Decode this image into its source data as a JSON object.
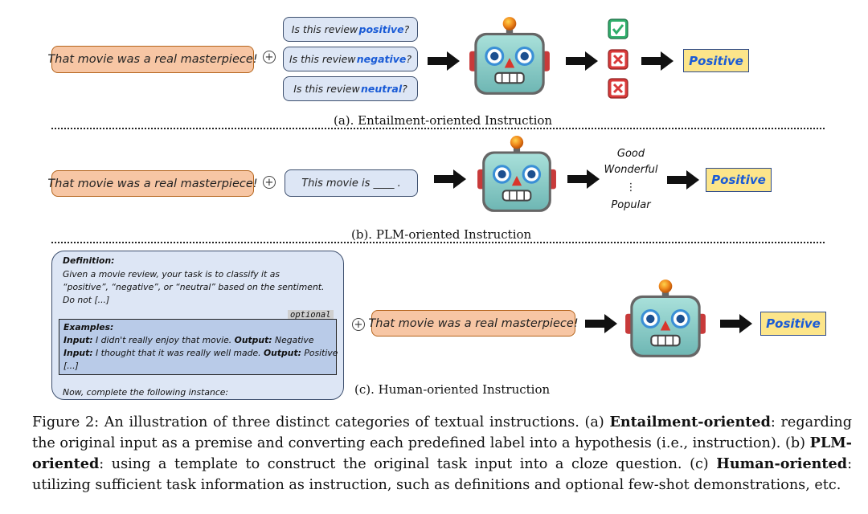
{
  "input_text": "That movie was a real masterpiece!",
  "panel_a": {
    "hypotheses": [
      {
        "prefix": "Is this review ",
        "label": "positive",
        "suffix": " ?"
      },
      {
        "prefix": "Is this review ",
        "label": "negative",
        "suffix": " ?"
      },
      {
        "prefix": "Is this review ",
        "label": "neutral",
        "suffix": " ?"
      }
    ],
    "results": [
      "check",
      "cross",
      "cross"
    ],
    "output": "Positive",
    "caption": "(a). Entailment-oriented Instruction"
  },
  "panel_b": {
    "template": "This movie is ____ .",
    "verbalizers": [
      "Good",
      "Wonderful",
      "⋮",
      "Popular"
    ],
    "output": "Positive",
    "caption": "(b). PLM-oriented Instruction"
  },
  "panel_c": {
    "definition_title": "Definition:",
    "definition_text": "Given a movie review, your task is to classify it as “positive”, “negative”, or “neutral” based on the sentiment. Do not [...]",
    "optional_tag": "optional",
    "examples_title": "Examples:",
    "examples": [
      {
        "input_label": "Input:",
        "input": " I didn't really enjoy that movie. ",
        "output_label": "Output:",
        "output": " Negative"
      },
      {
        "input_label": "Input:",
        "input": " I thought that it was really well made. ",
        "output_label": "Output:",
        "output": " Positive"
      }
    ],
    "examples_more": "[...]",
    "closing": "Now, complete the following instance:",
    "output": "Positive",
    "caption": "(c). Human-oriented Instruction"
  },
  "figure_caption": {
    "lead": "Figure 2: An illustration of three distinct categories of textual instructions. (a) ",
    "a_term": "Entailment-oriented",
    "a_text": ": regarding the original input as a premise and converting each predefined label into a hypothesis (i.e., instruction). (b) ",
    "b_term": "PLM-oriented",
    "b_text": ": using a template to construct the original task input into a cloze question. (c) ",
    "c_term": "Human-oriented",
    "c_text": ": utilizing sufficient task information as instruction, such as definitions and optional few-shot demonstrations, etc."
  },
  "colors": {
    "input_fill": "#f7c6a4",
    "instruction_fill": "#dde6f5",
    "output_fill": "#fce58a",
    "label_blue": "#1a5bd6",
    "check_green": "#2fae6b",
    "cross_red": "#d93a3a",
    "robot_face": "#8fd2cc"
  },
  "icons": [
    "plus-icon",
    "right-arrow-icon",
    "robot-icon",
    "check-icon",
    "cross-icon"
  ]
}
